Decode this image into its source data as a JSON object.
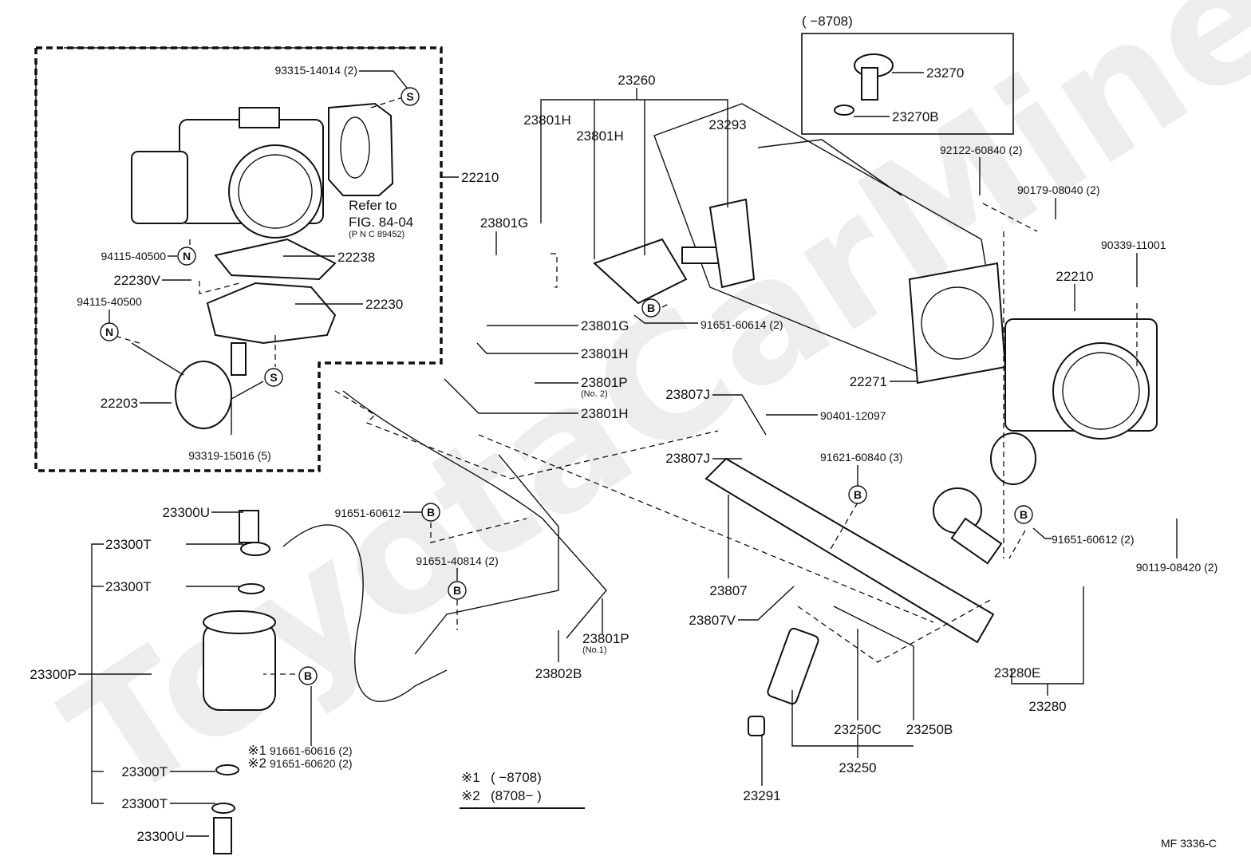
{
  "diagram": {
    "watermark": "ToyotaCarMiner.ru",
    "figure_code": "MF  3336-C",
    "inset_title": "(        −8708)",
    "refer_to": {
      "line1": "Refer to",
      "line2": "FIG. 84-04",
      "line3": "(P N C 89452)"
    },
    "footnotes": [
      {
        "mark": "※1",
        "text": "(        −8708)"
      },
      {
        "mark": "※2",
        "text": "(8708−        )"
      }
    ],
    "markers": [
      {
        "letter": "S",
        "id": "s-top"
      },
      {
        "letter": "N",
        "id": "n-upper"
      },
      {
        "letter": "N",
        "id": "n-lower"
      },
      {
        "letter": "S",
        "id": "s-lower"
      },
      {
        "letter": "B",
        "id": "b-delivery"
      },
      {
        "letter": "B",
        "id": "b-filter-hose"
      },
      {
        "letter": "B",
        "id": "b-clamp"
      },
      {
        "letter": "B",
        "id": "b-filter"
      },
      {
        "letter": "B",
        "id": "b-rail"
      },
      {
        "letter": "B",
        "id": "b-regulator"
      }
    ],
    "labels": [
      {
        "id": "93315-14014",
        "text": "93315-14014 (2)"
      },
      {
        "id": "22210-left",
        "text": "22210"
      },
      {
        "id": "94115-40500-a",
        "text": "94115-40500"
      },
      {
        "id": "22238",
        "text": "22238"
      },
      {
        "id": "22230V",
        "text": "22230V"
      },
      {
        "id": "94115-40500-b",
        "text": "94115-40500"
      },
      {
        "id": "22230",
        "text": "22230"
      },
      {
        "id": "22203",
        "text": "22203"
      },
      {
        "id": "93319-15016",
        "text": "93319-15016 (5)"
      },
      {
        "id": "23260",
        "text": "23260"
      },
      {
        "id": "23801H-a",
        "text": "23801H"
      },
      {
        "id": "23801H-b",
        "text": "23801H"
      },
      {
        "id": "23293",
        "text": "23293"
      },
      {
        "id": "23801G-a",
        "text": "23801G"
      },
      {
        "id": "23801G-b",
        "text": "23801G"
      },
      {
        "id": "23801H-c",
        "text": "23801H"
      },
      {
        "id": "23801P-2",
        "text": "23801P",
        "sub": "(No. 2)"
      },
      {
        "id": "23801H-d",
        "text": "23801H"
      },
      {
        "id": "91651-60614",
        "text": "91651-60614 (2)"
      },
      {
        "id": "23270",
        "text": "23270"
      },
      {
        "id": "23270B",
        "text": "23270B"
      },
      {
        "id": "92122-60840",
        "text": "92122-60840 (2)"
      },
      {
        "id": "90179-08040",
        "text": "90179-08040 (2)"
      },
      {
        "id": "90339-11001",
        "text": "90339-11001"
      },
      {
        "id": "22210-right",
        "text": "22210"
      },
      {
        "id": "22271",
        "text": "22271"
      },
      {
        "id": "23807J-a",
        "text": "23807J"
      },
      {
        "id": "90401-12097",
        "text": "90401-12097"
      },
      {
        "id": "23807J-b",
        "text": "23807J"
      },
      {
        "id": "91621-60840",
        "text": "91621-60840 (3)"
      },
      {
        "id": "23300U-a",
        "text": "23300U"
      },
      {
        "id": "91651-60612-a",
        "text": "91651-60612"
      },
      {
        "id": "23300T-a",
        "text": "23300T"
      },
      {
        "id": "23300T-b",
        "text": "23300T"
      },
      {
        "id": "91651-40814",
        "text": "91651-40814 (2)"
      },
      {
        "id": "23807",
        "text": "23807"
      },
      {
        "id": "23807V",
        "text": "23807V"
      },
      {
        "id": "91651-60612-b",
        "text": "91651-60612 (2)"
      },
      {
        "id": "90119-08420",
        "text": "90119-08420 (2)"
      },
      {
        "id": "23801P-1",
        "text": "23801P",
        "sub": "(No.1)"
      },
      {
        "id": "23300P",
        "text": "23300P"
      },
      {
        "id": "23802B",
        "text": "23802B"
      },
      {
        "id": "23280E",
        "text": "23280E"
      },
      {
        "id": "23280",
        "text": "23280"
      },
      {
        "id": "91661-60616",
        "text": "91661-60616 (2)",
        "mark": "※1"
      },
      {
        "id": "91651-60620",
        "text": "91651-60620 (2)",
        "mark": "※2"
      },
      {
        "id": "23300T-c",
        "text": "23300T"
      },
      {
        "id": "23250C",
        "text": "23250C"
      },
      {
        "id": "23250B",
        "text": "23250B"
      },
      {
        "id": "23300T-d",
        "text": "23300T"
      },
      {
        "id": "23250",
        "text": "23250"
      },
      {
        "id": "23291",
        "text": "23291"
      },
      {
        "id": "23300U-b",
        "text": "23300U"
      }
    ]
  }
}
